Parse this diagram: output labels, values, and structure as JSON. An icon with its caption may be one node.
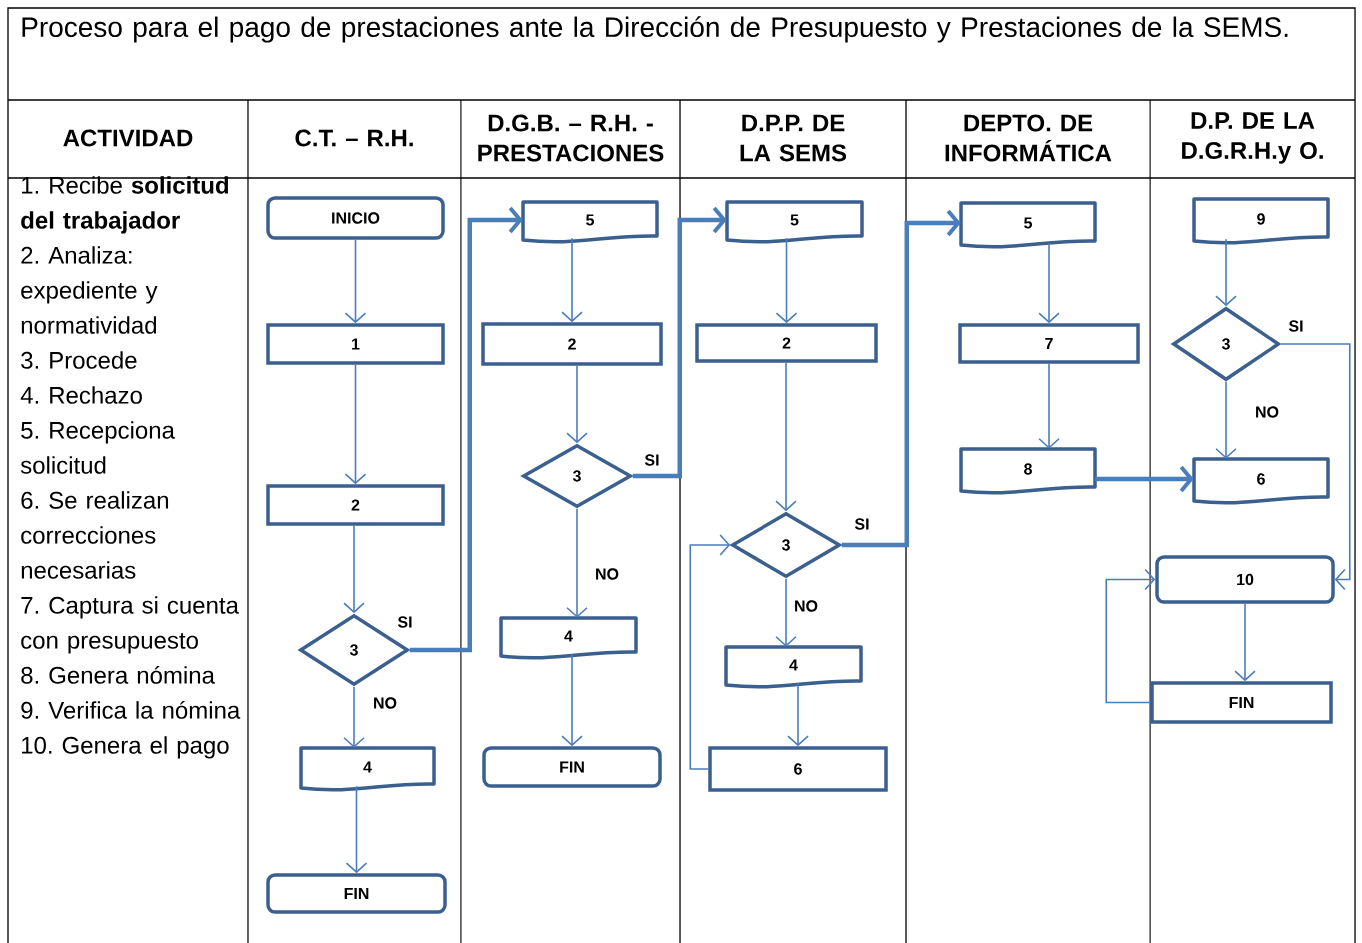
{
  "diagram": {
    "title": "Proceso para el pago de prestaciones ante la Dirección de Presupuesto y Prestaciones de la SEMS.",
    "nodes": [
      {
        "text": [
          "INICIO"
        ]
      },
      {
        "text": [
          "1"
        ]
      },
      {
        "text": [
          "2"
        ]
      },
      {
        "text": [
          "3"
        ]
      },
      {
        "text": [
          "4"
        ]
      },
      {
        "text": [
          "FIN"
        ]
      },
      {
        "text": [
          "5"
        ]
      },
      {
        "text": [
          "2"
        ]
      },
      {
        "text": [
          "3"
        ]
      },
      {
        "text": [
          "4"
        ]
      },
      {
        "text": [
          "FIN"
        ]
      },
      {
        "text": [
          "5"
        ]
      },
      {
        "text": [
          "2"
        ]
      },
      {
        "text": [
          "3"
        ]
      },
      {
        "text": [
          "4"
        ]
      },
      {
        "text": [
          "6"
        ]
      },
      {
        "text": [
          "5"
        ]
      },
      {
        "text": [
          "7"
        ]
      },
      {
        "text": [
          "8"
        ]
      },
      {
        "text": [
          "9"
        ]
      },
      {
        "text": [
          "3"
        ]
      },
      {
        "text": [
          "6"
        ]
      },
      {
        "text": [
          "10"
        ]
      },
      {
        "text": [
          "FIN"
        ]
      }
    ],
    "edges": [
      {
        "from": 0,
        "to": 1,
        "arrow": "to"
      },
      {
        "from": 1,
        "to": 2,
        "arrow": "to"
      },
      {
        "from": 2,
        "to": 3,
        "arrow": "to"
      },
      {
        "from": 3,
        "to": 4,
        "arrow": "to",
        "label": "NO"
      },
      {
        "from": 4,
        "to": 5,
        "arrow": "to"
      },
      {
        "from": 3,
        "to": 6,
        "arrow": "to",
        "label": "SI",
        "style": "thick"
      },
      {
        "from": 6,
        "to": 7,
        "arrow": "to"
      },
      {
        "from": 7,
        "to": 8,
        "arrow": "to"
      },
      {
        "from": 8,
        "to": 9,
        "arrow": "to",
        "label": "NO"
      },
      {
        "from": 9,
        "to": 10,
        "arrow": "to"
      },
      {
        "from": 8,
        "to": 11,
        "arrow": "to",
        "label": "SI",
        "style": "thick"
      },
      {
        "from": 11,
        "to": 12,
        "arrow": "to"
      },
      {
        "from": 12,
        "to": 13,
        "arrow": "to"
      },
      {
        "from": 13,
        "to": 14,
        "arrow": "to",
        "label": "NO"
      },
      {
        "from": 14,
        "to": 15,
        "arrow": "to"
      },
      {
        "from": 15,
        "to": 13,
        "arrow": "to"
      },
      {
        "from": 13,
        "to": 16,
        "arrow": "to",
        "label": "SI",
        "style": "thick"
      },
      {
        "from": 16,
        "to": 17,
        "arrow": "to"
      },
      {
        "from": 17,
        "to": 18,
        "arrow": "to"
      },
      {
        "from": 18,
        "to": 21,
        "arrow": "to",
        "style": "thick"
      },
      {
        "from": 19,
        "to": 20,
        "arrow": "to"
      },
      {
        "from": 20,
        "to": 21,
        "arrow": "to",
        "label": "NO"
      },
      {
        "from": 20,
        "to": 22,
        "arrow": "to",
        "label": "SI"
      },
      {
        "from": 22,
        "to": 23,
        "arrow": "to"
      },
      {
        "from": 23,
        "to": 22,
        "arrow": "to"
      }
    ],
    "labels": [
      "ACTIVIDAD",
      "C.T. – R.H.",
      "D.G.B. – R.H. - PRESTACIONES",
      "D.P.P. DE LA SEMS",
      "DEPTO. DE INFORMÁTICA",
      "D.P. DE LA D.G.R.H.y O.",
      "1. Recibe **solicitud del trabajador**",
      "2. Analiza: expediente y normatividad",
      "3. Procede",
      "4. Rechazo",
      "5. Recepciona solicitud",
      "6. Se realizan correcciones necesarias",
      "7. Captura si cuenta con presupuesto",
      "8. Genera nómina",
      "9. Verifica la nómina",
      "10. Genera el pago"
    ]
  }
}
